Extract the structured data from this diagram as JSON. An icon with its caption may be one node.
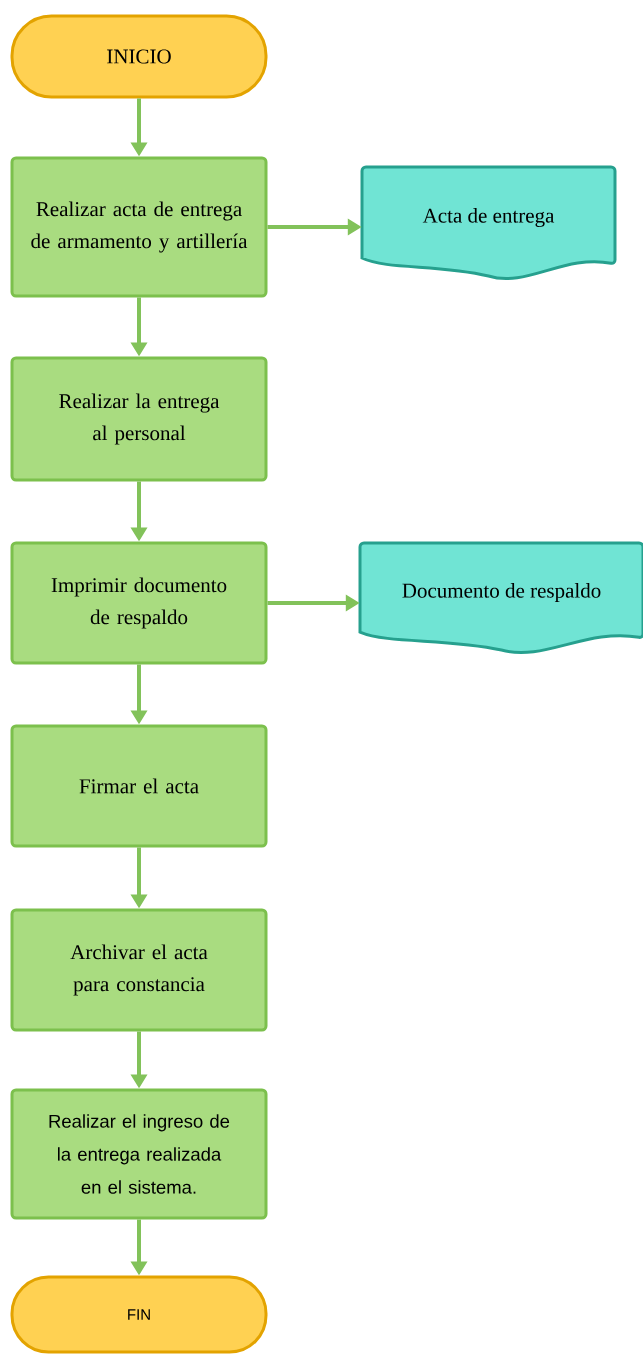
{
  "diagram": {
    "nodes": [
      {
        "text": [
          "INICIO"
        ]
      },
      {
        "text": [
          "Realizar acta de entrega de armamento y artillería"
        ]
      },
      {
        "text": [
          "Acta de entrega"
        ]
      },
      {
        "text": [
          "Realizar la entrega al personal"
        ]
      },
      {
        "text": [
          "Imprimir documento de respaldo"
        ]
      },
      {
        "text": [
          "Documento de respaldo"
        ]
      },
      {
        "text": [
          "Firmar el acta"
        ]
      },
      {
        "text": [
          "Archivar el acta para constancia"
        ]
      },
      {
        "text": [
          "Realizar el ingreso de la entrega realizada en el sistema."
        ]
      },
      {
        "text": [
          "FIN"
        ]
      }
    ],
    "edges": [
      {
        "from": 0,
        "to": 1,
        "arrow": "to"
      },
      {
        "from": 1,
        "to": 2,
        "arrow": "to"
      },
      {
        "from": 1,
        "to": 3,
        "arrow": "to"
      },
      {
        "from": 3,
        "to": 4,
        "arrow": "to"
      },
      {
        "from": 4,
        "to": 5,
        "arrow": "to"
      },
      {
        "from": 4,
        "to": 6,
        "arrow": "to"
      },
      {
        "from": 6,
        "to": 7,
        "arrow": "to"
      },
      {
        "from": 7,
        "to": 8,
        "arrow": "to"
      },
      {
        "from": 8,
        "to": 9,
        "arrow": "to"
      }
    ]
  }
}
